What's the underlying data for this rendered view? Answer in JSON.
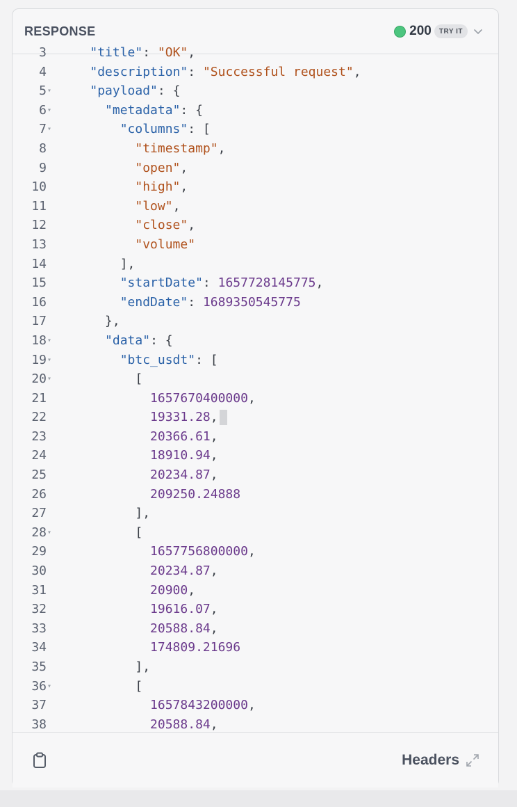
{
  "panel": {
    "title": "RESPONSE",
    "status_code": "200",
    "status_color": "#4cc57f",
    "try_it_label": "TRY IT",
    "headers_label": "Headers"
  },
  "icons": {
    "status": "status-dot-icon",
    "dropdown": "chevron-down-icon",
    "copy": "clipboard-icon",
    "expand": "expand-icon"
  },
  "code_lines": [
    {
      "num": "3",
      "fold": false,
      "indent": 4,
      "tokens": [
        [
          "k",
          "\"title\""
        ],
        [
          "p",
          ": "
        ],
        [
          "s",
          "\"OK\""
        ],
        [
          "p",
          ","
        ]
      ]
    },
    {
      "num": "4",
      "fold": false,
      "indent": 4,
      "tokens": [
        [
          "k",
          "\"description\""
        ],
        [
          "p",
          ": "
        ],
        [
          "s",
          "\"Successful request\""
        ],
        [
          "p",
          ","
        ]
      ]
    },
    {
      "num": "5",
      "fold": true,
      "indent": 4,
      "tokens": [
        [
          "k",
          "\"payload\""
        ],
        [
          "p",
          ": {"
        ]
      ]
    },
    {
      "num": "6",
      "fold": true,
      "indent": 6,
      "tokens": [
        [
          "k",
          "\"metadata\""
        ],
        [
          "p",
          ": {"
        ]
      ]
    },
    {
      "num": "7",
      "fold": true,
      "indent": 8,
      "tokens": [
        [
          "k",
          "\"columns\""
        ],
        [
          "p",
          ": ["
        ]
      ]
    },
    {
      "num": "8",
      "fold": false,
      "indent": 10,
      "tokens": [
        [
          "s",
          "\"timestamp\""
        ],
        [
          "p",
          ","
        ]
      ]
    },
    {
      "num": "9",
      "fold": false,
      "indent": 10,
      "tokens": [
        [
          "s",
          "\"open\""
        ],
        [
          "p",
          ","
        ]
      ]
    },
    {
      "num": "10",
      "fold": false,
      "indent": 10,
      "tokens": [
        [
          "s",
          "\"high\""
        ],
        [
          "p",
          ","
        ]
      ]
    },
    {
      "num": "11",
      "fold": false,
      "indent": 10,
      "tokens": [
        [
          "s",
          "\"low\""
        ],
        [
          "p",
          ","
        ]
      ]
    },
    {
      "num": "12",
      "fold": false,
      "indent": 10,
      "tokens": [
        [
          "s",
          "\"close\""
        ],
        [
          "p",
          ","
        ]
      ]
    },
    {
      "num": "13",
      "fold": false,
      "indent": 10,
      "tokens": [
        [
          "s",
          "\"volume\""
        ]
      ]
    },
    {
      "num": "14",
      "fold": false,
      "indent": 8,
      "tokens": [
        [
          "p",
          "],"
        ]
      ]
    },
    {
      "num": "15",
      "fold": false,
      "indent": 8,
      "tokens": [
        [
          "k",
          "\"startDate\""
        ],
        [
          "p",
          ": "
        ],
        [
          "n",
          "1657728145775"
        ],
        [
          "p",
          ","
        ]
      ]
    },
    {
      "num": "16",
      "fold": false,
      "indent": 8,
      "tokens": [
        [
          "k",
          "\"endDate\""
        ],
        [
          "p",
          ": "
        ],
        [
          "n",
          "1689350545775"
        ]
      ]
    },
    {
      "num": "17",
      "fold": false,
      "indent": 6,
      "tokens": [
        [
          "p",
          "},"
        ]
      ]
    },
    {
      "num": "18",
      "fold": true,
      "indent": 6,
      "tokens": [
        [
          "k",
          "\"data\""
        ],
        [
          "p",
          ": {"
        ]
      ]
    },
    {
      "num": "19",
      "fold": true,
      "indent": 8,
      "tokens": [
        [
          "k",
          "\"btc_usdt\""
        ],
        [
          "p",
          ": ["
        ]
      ]
    },
    {
      "num": "20",
      "fold": true,
      "indent": 10,
      "tokens": [
        [
          "p",
          "["
        ]
      ]
    },
    {
      "num": "21",
      "fold": false,
      "indent": 12,
      "tokens": [
        [
          "n",
          "1657670400000"
        ],
        [
          "p",
          ","
        ]
      ]
    },
    {
      "num": "22",
      "fold": false,
      "indent": 12,
      "cursor": true,
      "tokens": [
        [
          "n",
          "19331.28"
        ],
        [
          "p",
          ","
        ]
      ]
    },
    {
      "num": "23",
      "fold": false,
      "indent": 12,
      "tokens": [
        [
          "n",
          "20366.61"
        ],
        [
          "p",
          ","
        ]
      ]
    },
    {
      "num": "24",
      "fold": false,
      "indent": 12,
      "tokens": [
        [
          "n",
          "18910.94"
        ],
        [
          "p",
          ","
        ]
      ]
    },
    {
      "num": "25",
      "fold": false,
      "indent": 12,
      "tokens": [
        [
          "n",
          "20234.87"
        ],
        [
          "p",
          ","
        ]
      ]
    },
    {
      "num": "26",
      "fold": false,
      "indent": 12,
      "tokens": [
        [
          "n",
          "209250.24888"
        ]
      ]
    },
    {
      "num": "27",
      "fold": false,
      "indent": 10,
      "tokens": [
        [
          "p",
          "],"
        ]
      ]
    },
    {
      "num": "28",
      "fold": true,
      "indent": 10,
      "tokens": [
        [
          "p",
          "["
        ]
      ]
    },
    {
      "num": "29",
      "fold": false,
      "indent": 12,
      "tokens": [
        [
          "n",
          "1657756800000"
        ],
        [
          "p",
          ","
        ]
      ]
    },
    {
      "num": "30",
      "fold": false,
      "indent": 12,
      "tokens": [
        [
          "n",
          "20234.87"
        ],
        [
          "p",
          ","
        ]
      ]
    },
    {
      "num": "31",
      "fold": false,
      "indent": 12,
      "tokens": [
        [
          "n",
          "20900"
        ],
        [
          "p",
          ","
        ]
      ]
    },
    {
      "num": "32",
      "fold": false,
      "indent": 12,
      "tokens": [
        [
          "n",
          "19616.07"
        ],
        [
          "p",
          ","
        ]
      ]
    },
    {
      "num": "33",
      "fold": false,
      "indent": 12,
      "tokens": [
        [
          "n",
          "20588.84"
        ],
        [
          "p",
          ","
        ]
      ]
    },
    {
      "num": "34",
      "fold": false,
      "indent": 12,
      "tokens": [
        [
          "n",
          "174809.21696"
        ]
      ]
    },
    {
      "num": "35",
      "fold": false,
      "indent": 10,
      "tokens": [
        [
          "p",
          "],"
        ]
      ]
    },
    {
      "num": "36",
      "fold": true,
      "indent": 10,
      "tokens": [
        [
          "p",
          "["
        ]
      ]
    },
    {
      "num": "37",
      "fold": false,
      "indent": 12,
      "tokens": [
        [
          "n",
          "1657843200000"
        ],
        [
          "p",
          ","
        ]
      ]
    },
    {
      "num": "38",
      "fold": false,
      "indent": 12,
      "tokens": [
        [
          "n",
          "20588.84"
        ],
        [
          "p",
          ","
        ]
      ]
    }
  ]
}
